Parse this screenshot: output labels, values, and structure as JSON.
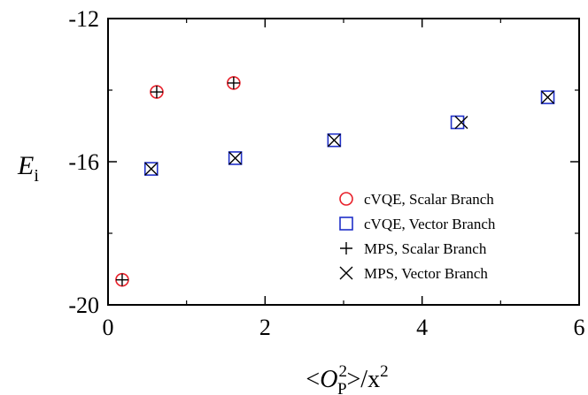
{
  "chart_data": {
    "type": "scatter",
    "xlim": [
      0,
      6
    ],
    "ylim": [
      -20,
      -12
    ],
    "x_ticks": [
      0,
      2,
      4,
      6
    ],
    "y_ticks": [
      -20,
      -16,
      -12
    ],
    "x_tick_labels": [
      "0",
      "2",
      "4",
      "6"
    ],
    "y_tick_labels": [
      "-20",
      "-16",
      "-12"
    ],
    "xlabel": "<O_P^2>/x^2",
    "ylabel": "E_i",
    "grid": false,
    "legend_position": "lower-right",
    "xlabel_parts": {
      "open": "<",
      "O": "O",
      "sub": "P",
      "sup": "2",
      "close": ">/x",
      "sup2": "2"
    },
    "ylabel_parts": {
      "E": "E",
      "sub": "i"
    },
    "series": [
      {
        "name": "cVQE, Scalar Branch",
        "marker": "circle",
        "color": "#e8202a",
        "points": [
          [
            0.18,
            -19.3
          ],
          [
            0.62,
            -14.05
          ],
          [
            1.6,
            -13.8
          ]
        ]
      },
      {
        "name": "cVQE, Vector Branch",
        "marker": "square",
        "color": "#2030c8",
        "points": [
          [
            0.55,
            -16.2
          ],
          [
            1.62,
            -15.9
          ],
          [
            2.88,
            -15.4
          ],
          [
            4.45,
            -14.9
          ],
          [
            5.6,
            -14.2
          ]
        ]
      },
      {
        "name": "MPS, Scalar Branch",
        "marker": "plus",
        "color": "#000000",
        "points": [
          [
            0.18,
            -19.3
          ],
          [
            0.62,
            -14.05
          ],
          [
            1.6,
            -13.8
          ]
        ]
      },
      {
        "name": "MPS, Vector Branch",
        "marker": "cross",
        "color": "#000000",
        "points": [
          [
            0.55,
            -16.2
          ],
          [
            1.62,
            -15.9
          ],
          [
            2.88,
            -15.4
          ],
          [
            4.5,
            -14.9
          ],
          [
            5.6,
            -14.2
          ]
        ]
      }
    ]
  }
}
